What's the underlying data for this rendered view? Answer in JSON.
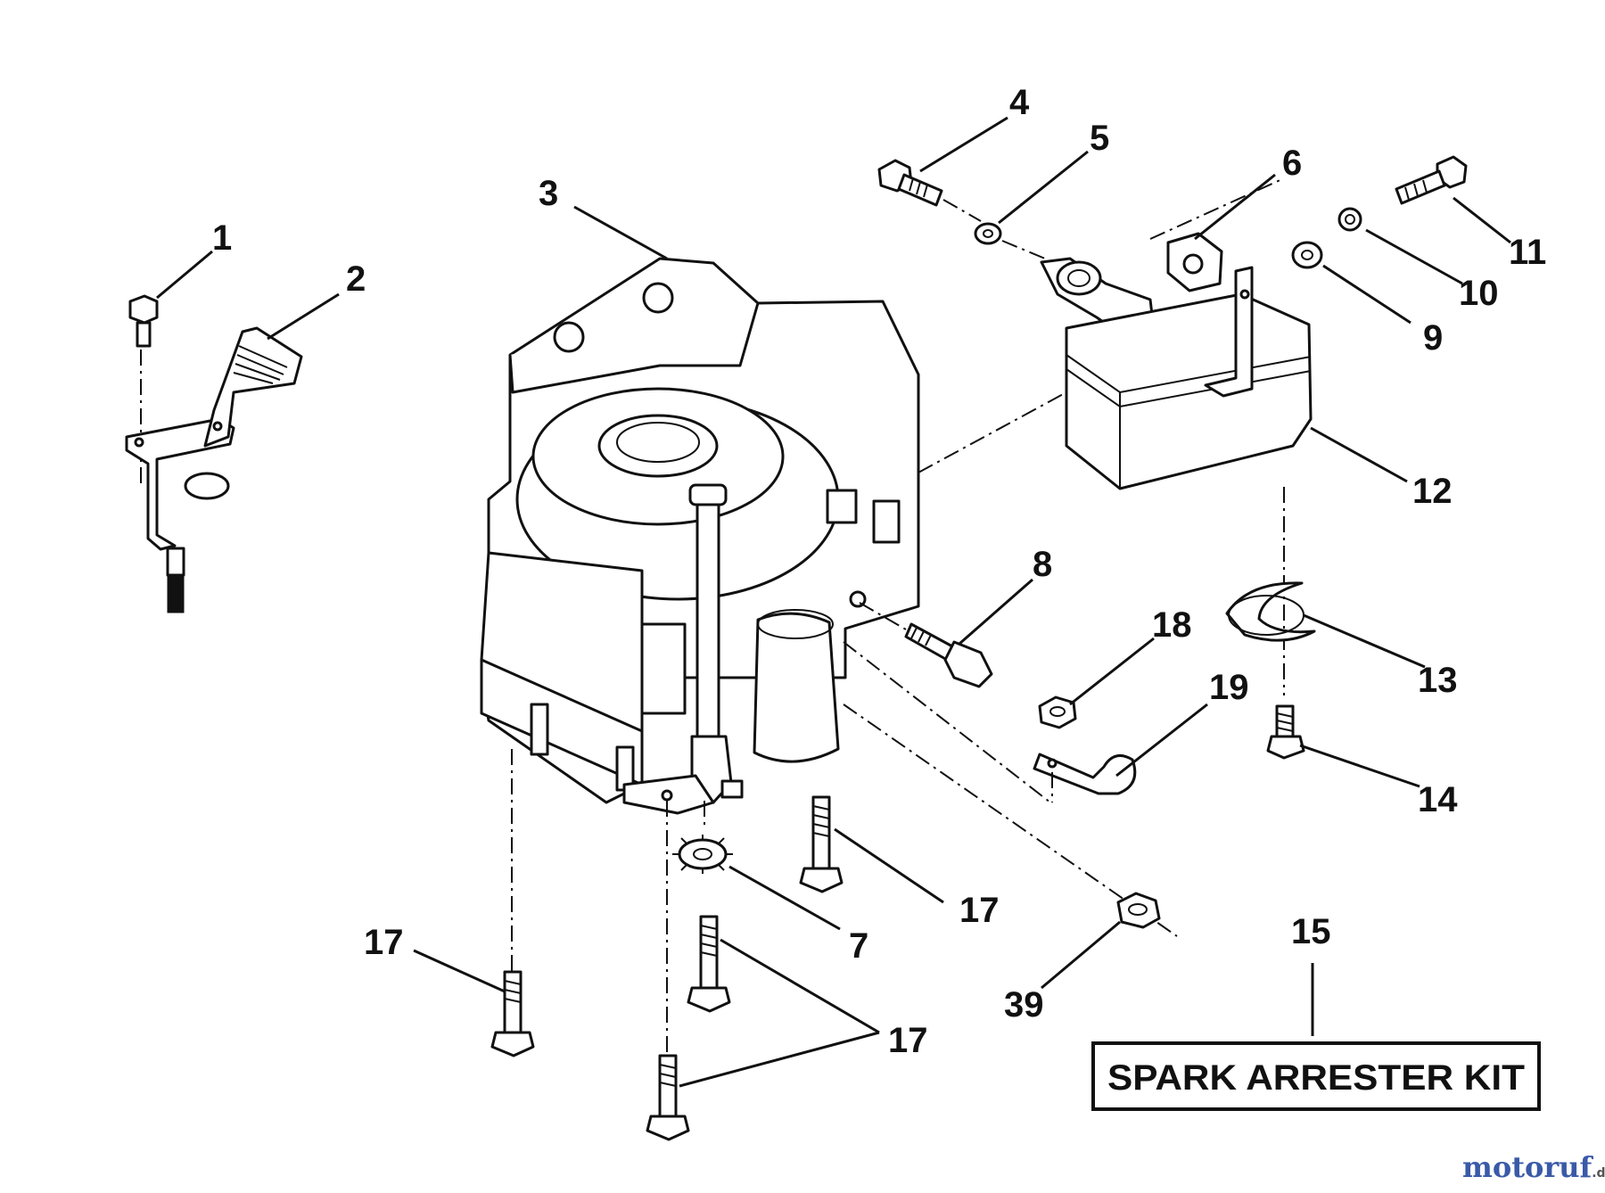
{
  "diagram": {
    "callouts": [
      {
        "id": "c1",
        "label": "1"
      },
      {
        "id": "c2",
        "label": "2"
      },
      {
        "id": "c3",
        "label": "3"
      },
      {
        "id": "c4",
        "label": "4"
      },
      {
        "id": "c5",
        "label": "5"
      },
      {
        "id": "c6",
        "label": "6"
      },
      {
        "id": "c7",
        "label": "7"
      },
      {
        "id": "c8",
        "label": "8"
      },
      {
        "id": "c9",
        "label": "9"
      },
      {
        "id": "c10",
        "label": "10"
      },
      {
        "id": "c11",
        "label": "11"
      },
      {
        "id": "c12",
        "label": "12"
      },
      {
        "id": "c13",
        "label": "13"
      },
      {
        "id": "c14",
        "label": "14"
      },
      {
        "id": "c15",
        "label": "15"
      },
      {
        "id": "c17a",
        "label": "17"
      },
      {
        "id": "c17b",
        "label": "17"
      },
      {
        "id": "c17c",
        "label": "17"
      },
      {
        "id": "c18",
        "label": "18"
      },
      {
        "id": "c19",
        "label": "19"
      },
      {
        "id": "c39",
        "label": "39"
      }
    ],
    "kit_label": "SPARK ARRESTER KIT"
  },
  "watermark": {
    "text_main": "motoruf",
    "text_suffix": ".de",
    "color_a": "#3a5aa8",
    "color_b": "#d23b2b"
  }
}
